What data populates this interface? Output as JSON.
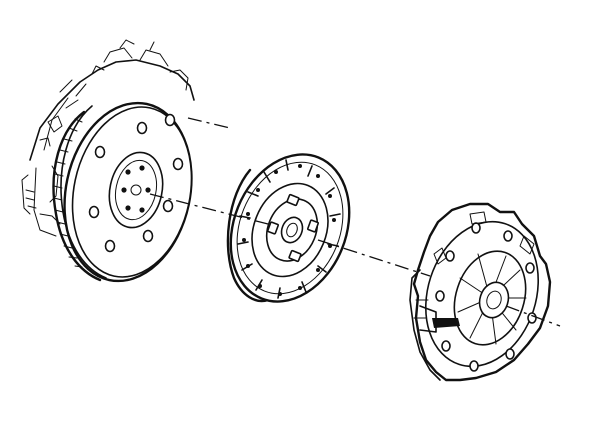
{
  "diagram": {
    "parts": [
      {
        "id": "flywheel"
      },
      {
        "id": "clutch-disc"
      },
      {
        "id": "pressure-plate"
      }
    ],
    "colors": {
      "ink": "#111111",
      "background": "#ffffff"
    }
  }
}
